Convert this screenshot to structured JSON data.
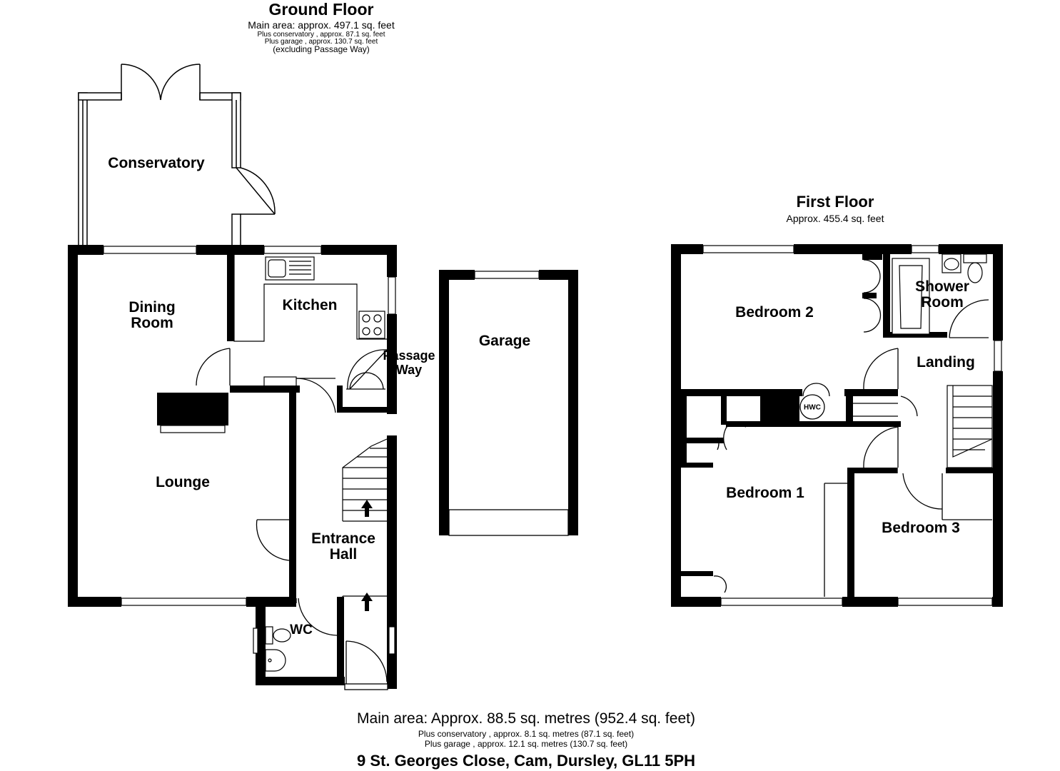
{
  "ground_floor": {
    "title": "Ground Floor",
    "main_area": "Main area: approx. 497.1 sq. feet",
    "conservatory": "Plus conservatory , approx. 87.1 sq. feet",
    "garage": "Plus garage , approx. 130.7 sq. feet",
    "note": "(excluding Passage Way)",
    "rooms": {
      "conservatory": "Conservatory",
      "dining": "Dining\nRoom",
      "kitchen": "Kitchen",
      "passage": "Passage\nWay",
      "garage": "Garage",
      "lounge": "Lounge",
      "entrance": "Entrance\nHall",
      "wc": "WC"
    }
  },
  "first_floor": {
    "title": "First Floor",
    "area": "Approx. 455.4 sq. feet",
    "rooms": {
      "bedroom2": "Bedroom 2",
      "shower": "Shower\nRoom",
      "landing": "Landing",
      "bedroom1": "Bedroom 1",
      "bedroom3": "Bedroom 3",
      "hwc": "HWC"
    }
  },
  "footer": {
    "main": "Main area: Approx. 88.5 sq. metres (952.4 sq. feet)",
    "conservatory": "Plus conservatory , approx. 8.1 sq. metres (87.1 sq. feet)",
    "garage": "Plus garage , approx. 12.1 sq. metres (130.7 sq. feet)",
    "address": "9 St. Georges Close, Cam, Dursley, GL11 5PH"
  },
  "colors": {
    "wall": "#000000",
    "background": "#ffffff",
    "line": "#000000"
  }
}
